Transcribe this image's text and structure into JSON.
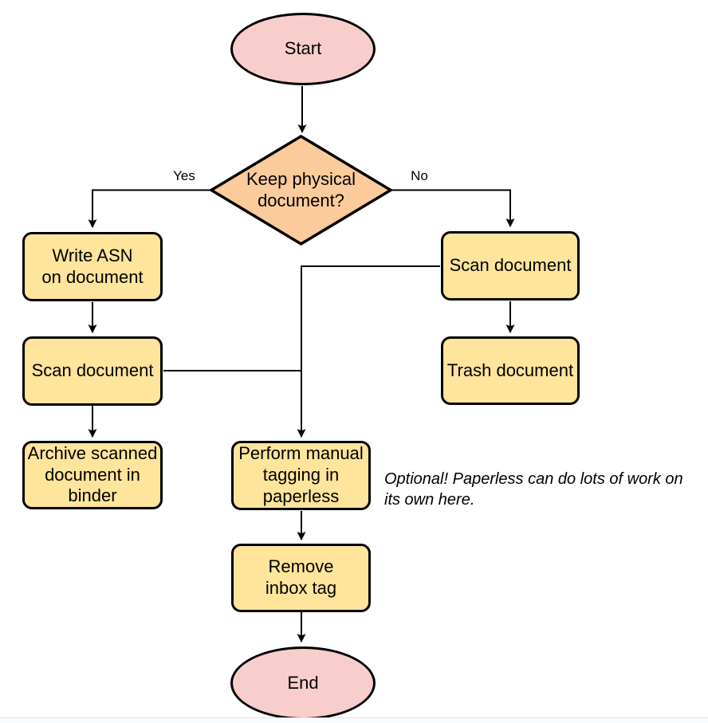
{
  "colors": {
    "terminal_fill": "#F8CECC",
    "decision_fill": "#FCCB9B",
    "process_fill": "#FFE49B",
    "stroke": "#000000"
  },
  "nodes": {
    "start": {
      "label": "Start"
    },
    "decision": {
      "label": "Keep physical\ndocument?"
    },
    "write_asn": {
      "label": "Write ASN\non document"
    },
    "scan_left": {
      "label": "Scan document"
    },
    "archive": {
      "label": "Archive scanned\ndocument in\nbinder"
    },
    "scan_right": {
      "label": "Scan document"
    },
    "trash": {
      "label": "Trash document"
    },
    "tagging": {
      "label": "Perform manual\ntagging in\npaperless"
    },
    "remove_inbox": {
      "label": "Remove\ninbox tag"
    },
    "end": {
      "label": "End"
    }
  },
  "edges": {
    "yes_label": "Yes",
    "no_label": "No"
  },
  "note": {
    "text": "Optional! Paperless can do lots of work on\nits own here."
  }
}
